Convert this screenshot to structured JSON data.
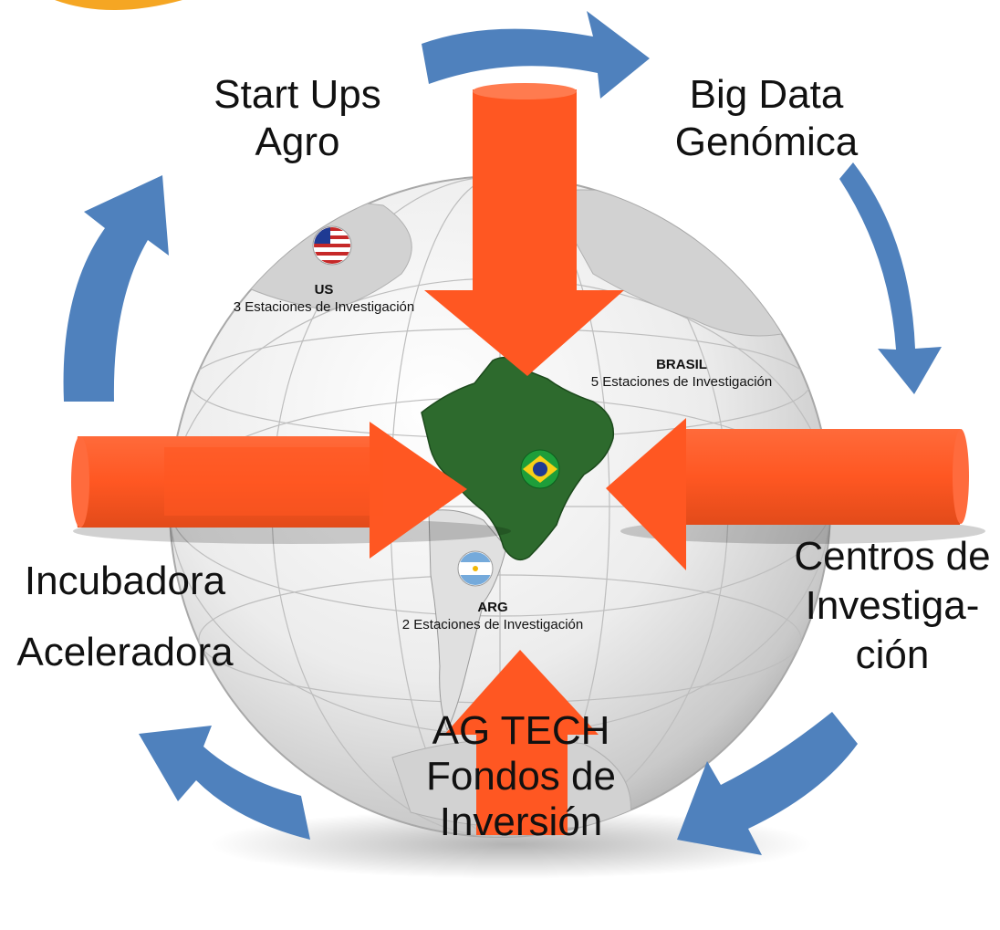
{
  "nodes": {
    "top_left": {
      "line1": "Start Ups",
      "line2": "Agro"
    },
    "top_right": {
      "line1": "Big Data",
      "line2": "Genómica"
    },
    "left": {
      "line1": "Incubadora",
      "line2": "Aceleradora"
    },
    "right": {
      "line1": "Centros de",
      "line2": "Investiga-",
      "line3": "ción"
    },
    "bottom": {
      "line1": "AG TECH",
      "line2": "Fondos de",
      "line3": "Inversión"
    }
  },
  "countries": {
    "us": {
      "name": "US",
      "stations": "3 Estaciones de Investigación",
      "flag_icon": "us-flag-icon"
    },
    "brasil": {
      "name": "BRASIL",
      "stations": "5 Estaciones de Investigación",
      "flag_icon": "brazil-flag-icon"
    },
    "arg": {
      "name": "ARG",
      "stations": "2 Estaciones de Investigación",
      "flag_icon": "argentina-flag-icon"
    }
  },
  "colors": {
    "cycle_arrow": "#4f81bd",
    "inward_arrow": "#ff5722",
    "brazil_fill": "#2d6a2d",
    "globe": "#e9e9e9"
  }
}
